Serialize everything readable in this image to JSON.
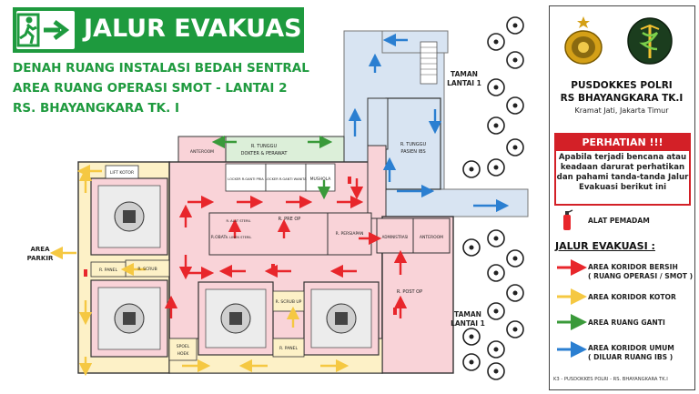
{
  "header": {
    "title": "JALUR EVAKUASI",
    "subtitle_1": "DENAH RUANG INSTALASI BEDAH SENTRAL",
    "subtitle_2": "AREA RUANG OPERASI SMOT - LANTAI 2",
    "subtitle_3": "RS. BHAYANGKARA TK. I"
  },
  "org": {
    "name": "PUSDOKKES POLRI",
    "hospital": "RS BHAYANGKARA TK.I",
    "location": "Kramat Jati, Jakarta Timur"
  },
  "warning": {
    "title": "PERHATIAN !!!",
    "line_1": "Apabila terjadi bencana atau",
    "line_2": "keadaan darurat perhatikan",
    "line_3": "dan pahami tanda-tanda Jalur",
    "line_4": "Evakuasi berikut ini"
  },
  "legend": {
    "extinguisher": "ALAT PEMADAM",
    "heading": "JALUR EVAKUASI :",
    "items": [
      {
        "line_1": "AREA KORIDOR BERSIH",
        "line_2": "( RUANG OPERASI / SMOT )",
        "color": "#e8262b"
      },
      {
        "line_1": "AREA KORIDOR KOTOR",
        "line_2": "",
        "color": "#f5c842"
      },
      {
        "line_1": "AREA RUANG GANTI",
        "line_2": "",
        "color": "#3a9a3a"
      },
      {
        "line_1": "AREA KORIDOR UMUM",
        "line_2": "( DILUAR RUANG IBS )",
        "color": "#2b7fd1"
      }
    ]
  },
  "footer": "K3 - PUSDOKKES POLRI - RS. BHAYANGKARA TK.I",
  "labels": {
    "taman_1a": "TAMAN",
    "taman_1b": "LANTAI 1",
    "taman_2a": "TAMAN",
    "taman_2b": "LANTAI 1",
    "parkir_1": "AREA",
    "parkir_2": "PARKIR",
    "lift": "LIFT KOTOR",
    "anteroom_1": "ANTEROOM",
    "tunggu_1": "R. TUNGGU",
    "tunggu_2": "DOKTER & PERAWAT",
    "tunggu_pasien_1": "R. TUNGGU",
    "tunggu_pasien_2": "PASIEN IBS",
    "locker_pria": "LOCKER R.GANTI PRIA",
    "locker_wanita": "LOCKER R.GANTI WANITA",
    "mushola": "MUSHOLA",
    "robat": "R.OBAT",
    "alat_steril": "R. ALAT STERIL",
    "linen_steril": "R. LINEN STERIL",
    "pre_op": "R. PRE OP",
    "persiapan": "R. PERSIAPAN",
    "administrasi": "ADMINISTRASI",
    "anteroom_2": "ANTEROOM",
    "post_op": "R. POST OP",
    "panel_1": "R. PANEL",
    "panel_2": "R. PANEL",
    "scrub_1": "R. SCRUB",
    "scrub_2": "R. SCRUB UP",
    "spoel_1": "SPOEL",
    "spoel_2": "HOEK"
  },
  "colors": {
    "green": "#1e9a3e",
    "red": "#e8262b",
    "yellow": "#f5c842",
    "blue": "#2b7fd1",
    "pink_area": "#f9d3d8",
    "yellow_area": "#fdf1c7",
    "blue_area": "#d8e4f2",
    "green_area": "#dcefd9"
  }
}
